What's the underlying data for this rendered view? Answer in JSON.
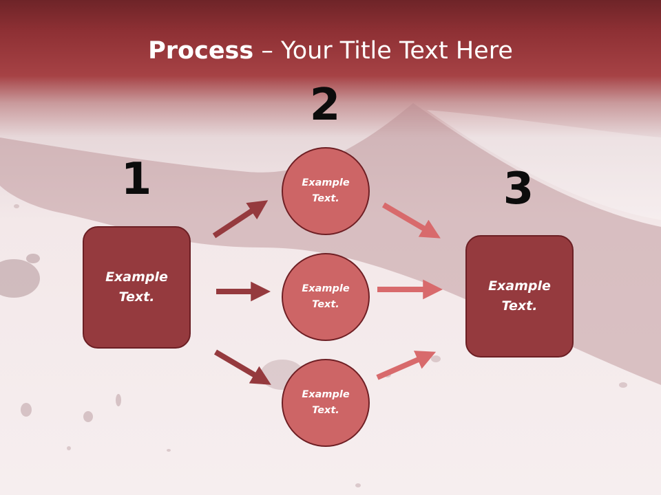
{
  "slide": {
    "title_bold": "Process",
    "title_rest": " – Your Title Text Here",
    "step_numbers": [
      "1",
      "2",
      "3"
    ],
    "left_box": {
      "text": "Example\nText."
    },
    "right_box": {
      "text": "Example\nText."
    },
    "circles": [
      {
        "text": "Example\nText."
      },
      {
        "text": "Example\nText."
      },
      {
        "text": "Example\nText."
      }
    ],
    "colors": {
      "header": "#8e3034",
      "box_fill": "#953a3e",
      "circle_fill": "#cd6566",
      "arrow_dark": "#953a3e",
      "arrow_light": "#d86a6c"
    }
  }
}
